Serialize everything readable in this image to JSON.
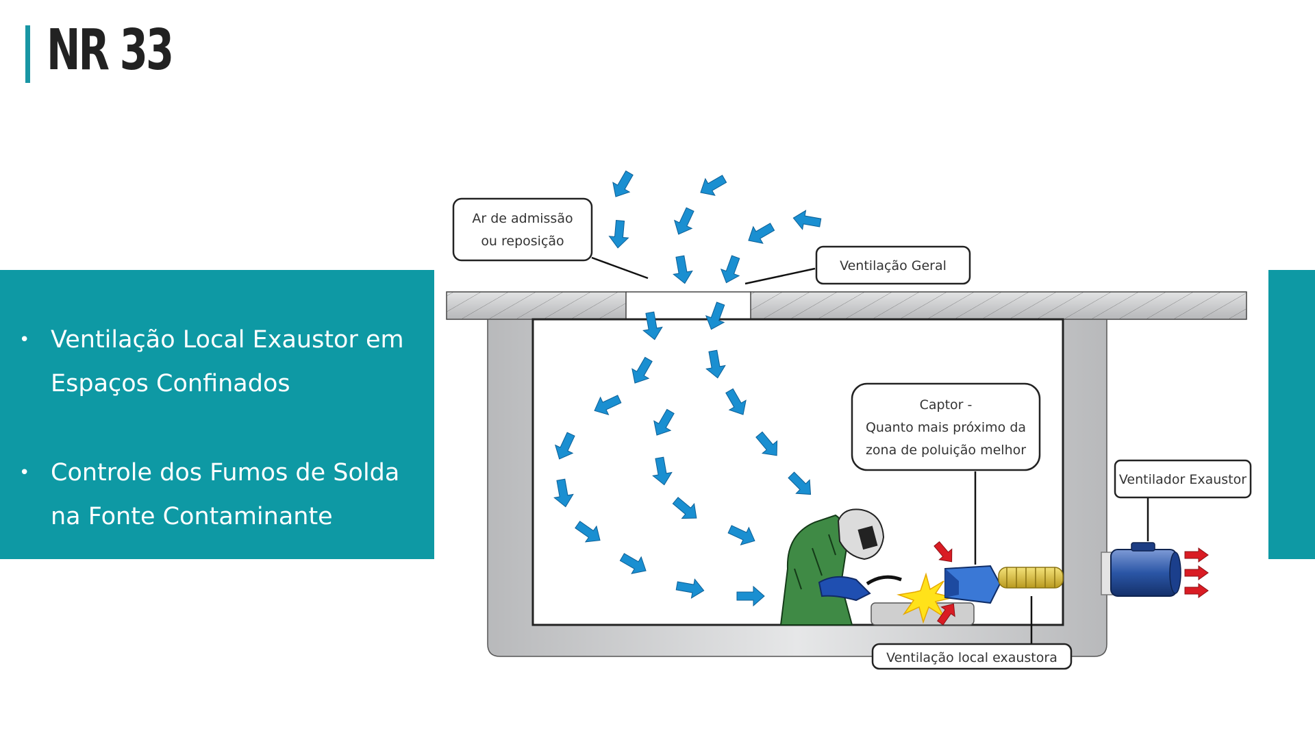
{
  "header": {
    "title": "NR 33"
  },
  "bullets": [
    {
      "line1": "Ventilação Local Exaustor em",
      "line2": "Espaços Confinados"
    },
    {
      "line1": "Controle dos Fumos de Solda",
      "line2": "na Fonte Contaminante"
    }
  ],
  "diagram": {
    "labels": {
      "intake_line1": "Ar de admissão",
      "intake_line2": "ou reposição",
      "general": "Ventilação Geral",
      "captor_line1": "Captor -",
      "captor_line2": "Quanto mais próximo da",
      "captor_line3": "zona de poluição melhor",
      "fan": "Ventilador Exaustor",
      "local": "Ventilação local exaustora"
    },
    "colors": {
      "panel": "#0e99a4",
      "airflow_arrow": "#1a8fd1",
      "inflow_arrow": "#d91c24",
      "wall": "#c9cacc",
      "fan": "#2b56a6"
    }
  }
}
